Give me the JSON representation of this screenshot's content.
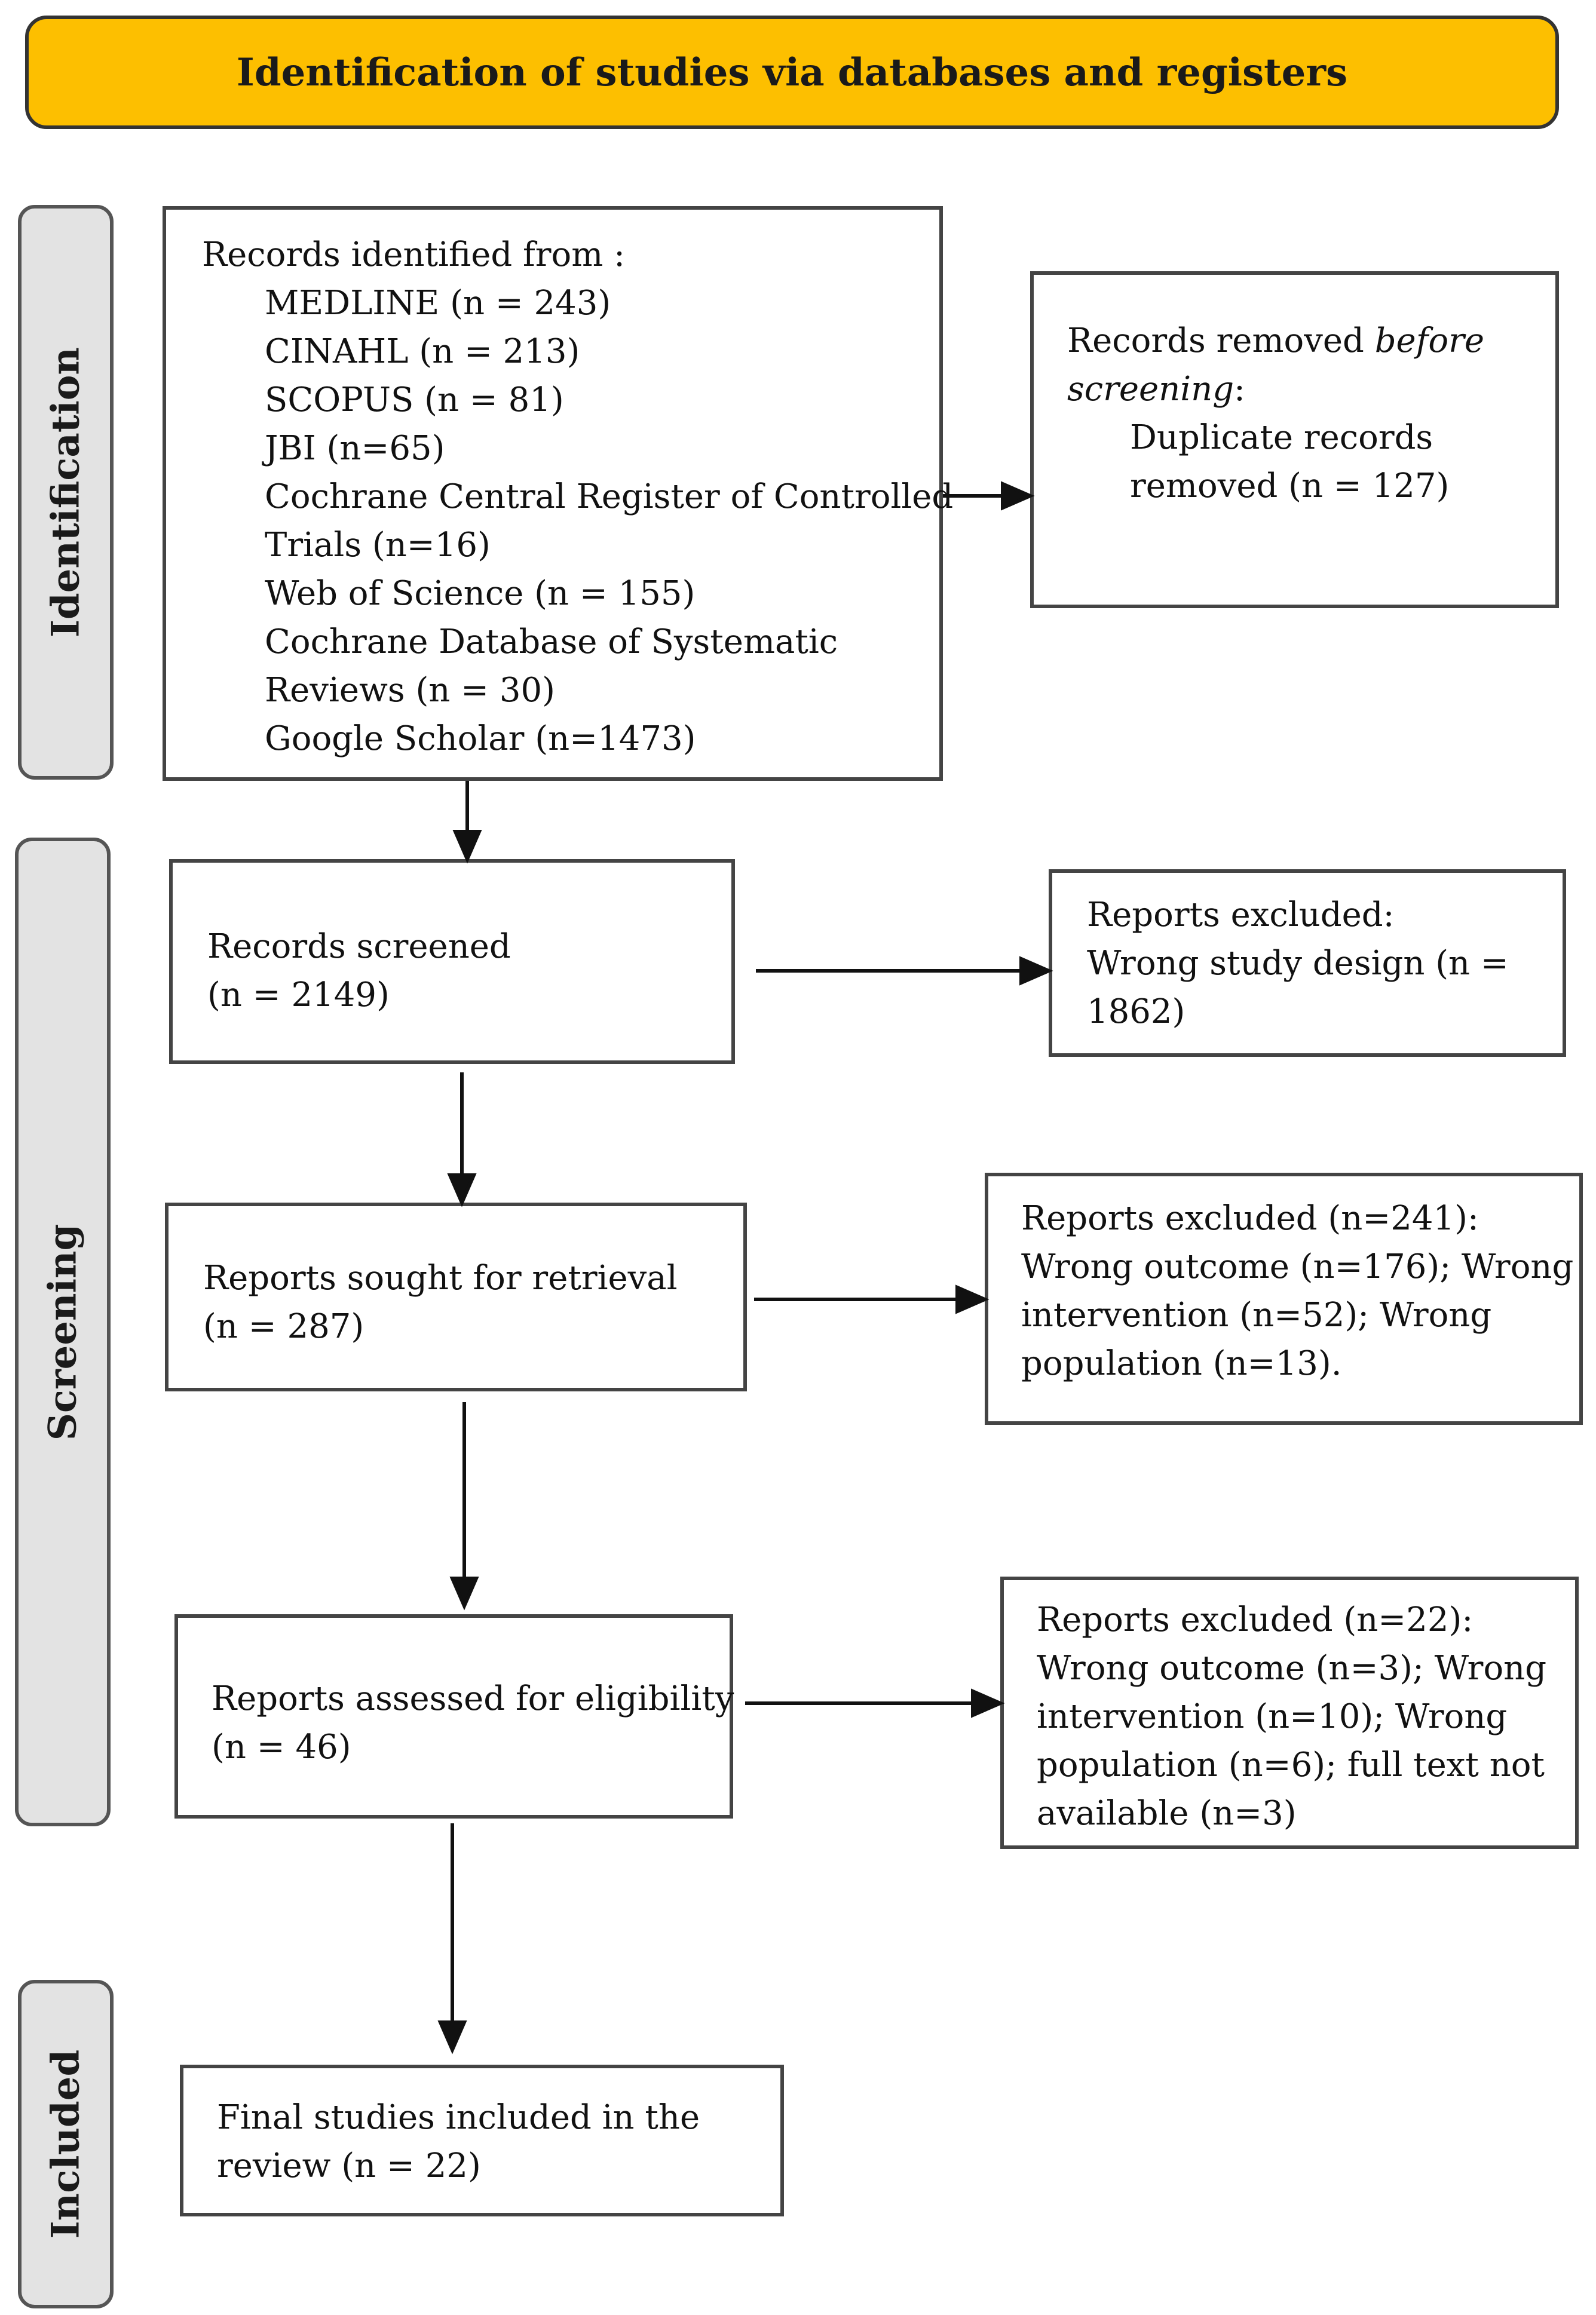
{
  "header": {
    "title": "Identification of studies via databases and registers"
  },
  "stages": {
    "identification": "Identification",
    "screening": "Screening",
    "included": "Included"
  },
  "identification": {
    "records_heading": "Records identified from :",
    "sources": [
      "MEDLINE (n = 243)",
      "CINAHL (n = 213)",
      "SCOPUS (n = 81)",
      "JBI (n=65)",
      "Cochrane Central Register of Controlled",
      "Trials (n=16)",
      "Web of Science (n = 155)",
      "Cochrane Database of Systematic",
      "Reviews (n = 30)",
      "Google Scholar (n=1473)"
    ],
    "removed": {
      "line1_prefix": "Records removed ",
      "line1_italic": "before",
      "line2_italic": "screening",
      "line2_suffix": ":",
      "detail": [
        "Duplicate records",
        "removed (n = 127)"
      ]
    }
  },
  "screening": {
    "screened": [
      "Records screened",
      "(n = 2149)"
    ],
    "excluded_1": [
      "Reports excluded:",
      "Wrong study design (n =",
      "1862)"
    ],
    "sought": [
      "Reports sought for retrieval",
      "(n = 287)"
    ],
    "excluded_2": [
      "Reports excluded (n=241):",
      "Wrong outcome (n=176); Wrong",
      "intervention (n=52); Wrong",
      "population (n=13)."
    ],
    "assessed": [
      "Reports assessed for eligibility",
      "(n = 46)"
    ],
    "excluded_3": [
      "Reports excluded (n=22):",
      "Wrong outcome (n=3); Wrong",
      "intervention (n=10); Wrong",
      "population (n=6); full text not",
      "available (n=3)"
    ]
  },
  "included": {
    "final": [
      "Final studies included in the",
      "review (n = 22)"
    ]
  }
}
